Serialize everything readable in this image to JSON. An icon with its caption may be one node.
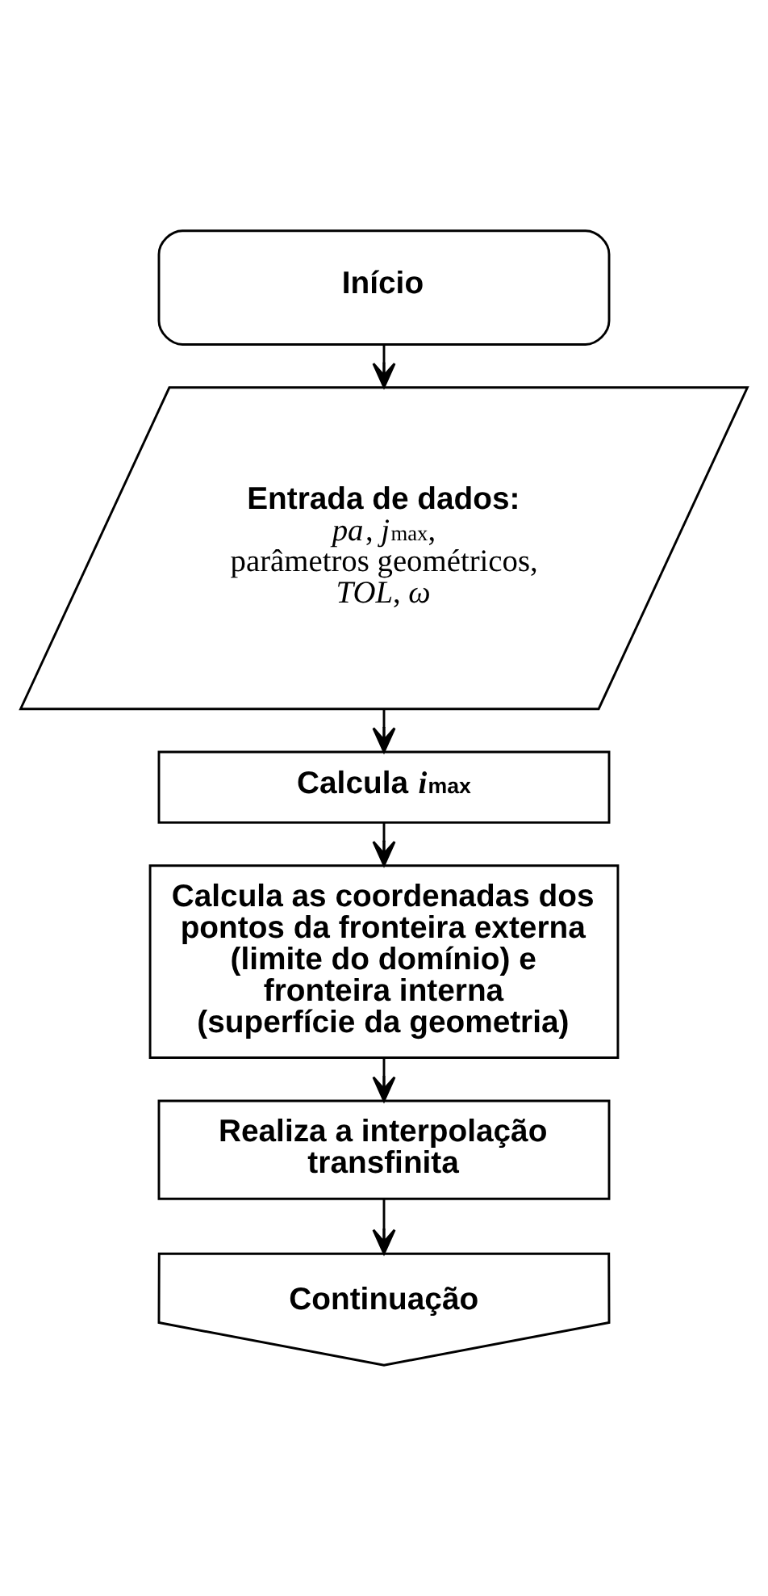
{
  "diagram": {
    "nodes": [
      {
        "text": [
          "Início"
        ]
      },
      {
        "text": [
          "Entrada de dados:",
          "*pa*, *j*$_{max}$, parâmetros geométricos, *TOL*, *ω*"
        ]
      },
      {
        "text": [
          "Calcula *i*$_{max}$"
        ]
      },
      {
        "text": [
          "Calcula as coordenadas dos pontos da fronteira externa (limite do domínio) e fronteira interna (superfície da geometria)"
        ]
      },
      {
        "text": [
          "Realiza a interpolação transfinita"
        ]
      },
      {
        "text": [
          "Continuação"
        ]
      }
    ],
    "edges": [
      {
        "from": 0,
        "to": 1,
        "arrow": "to"
      },
      {
        "from": 1,
        "to": 2,
        "arrow": "to"
      },
      {
        "from": 2,
        "to": 3,
        "arrow": "to"
      },
      {
        "from": 3,
        "to": 4,
        "arrow": "to"
      },
      {
        "from": 4,
        "to": 5,
        "arrow": "to"
      }
    ]
  }
}
